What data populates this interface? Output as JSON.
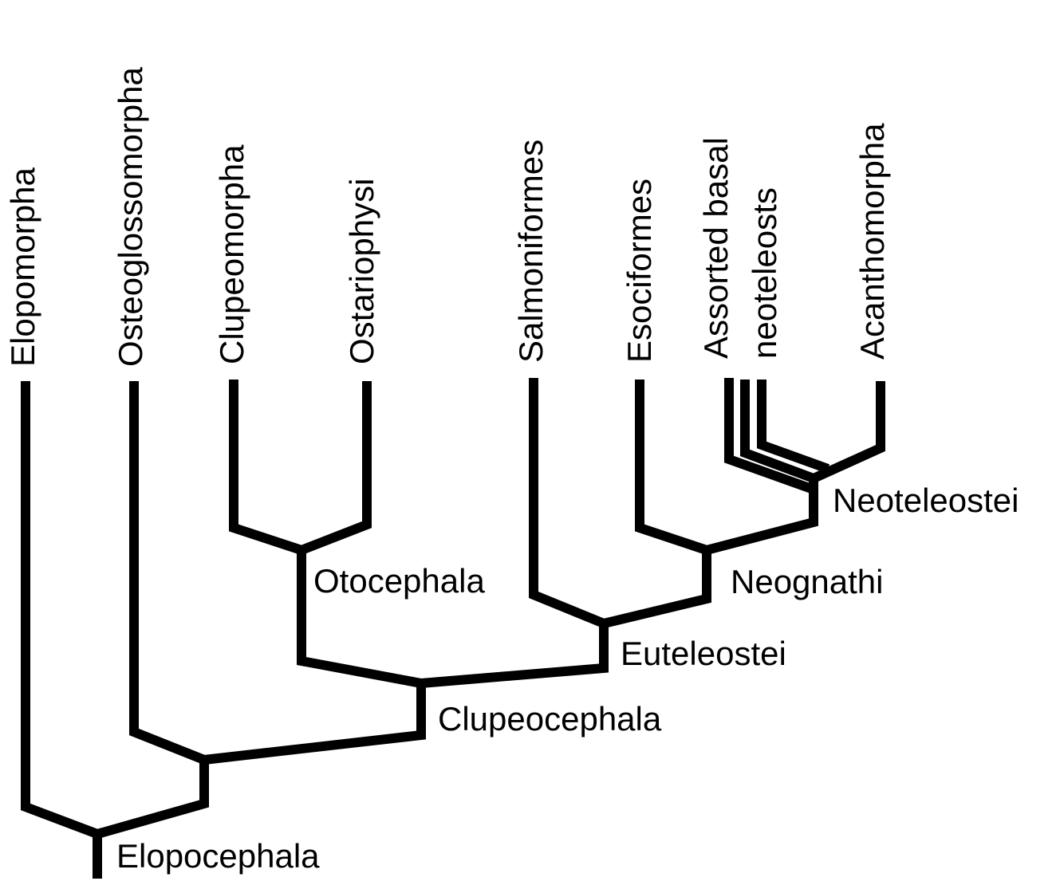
{
  "tips": {
    "elopomorpha": "Elopomorpha",
    "osteoglossomorpha": "Osteoglossomorpha",
    "clupeomorpha": "Clupeomorpha",
    "ostariophysi": "Ostariophysi",
    "salmoniformes": "Salmoniformes",
    "esociformes": "Esociformes",
    "assorted_line1": "Assorted basal",
    "assorted_line2": "neoteleosts",
    "acanthomorpha": "Acanthomorpha"
  },
  "nodes": {
    "elopocephala": "Elopocephala",
    "clupeocephala": "Clupeocephala",
    "otocephala": "Otocephala",
    "euteleostei": "Euteleostei",
    "neognathi": "Neognathi",
    "neoteleostei": "Neoteleostei"
  },
  "colors": {
    "line": "#000000",
    "background": "#ffffff"
  }
}
